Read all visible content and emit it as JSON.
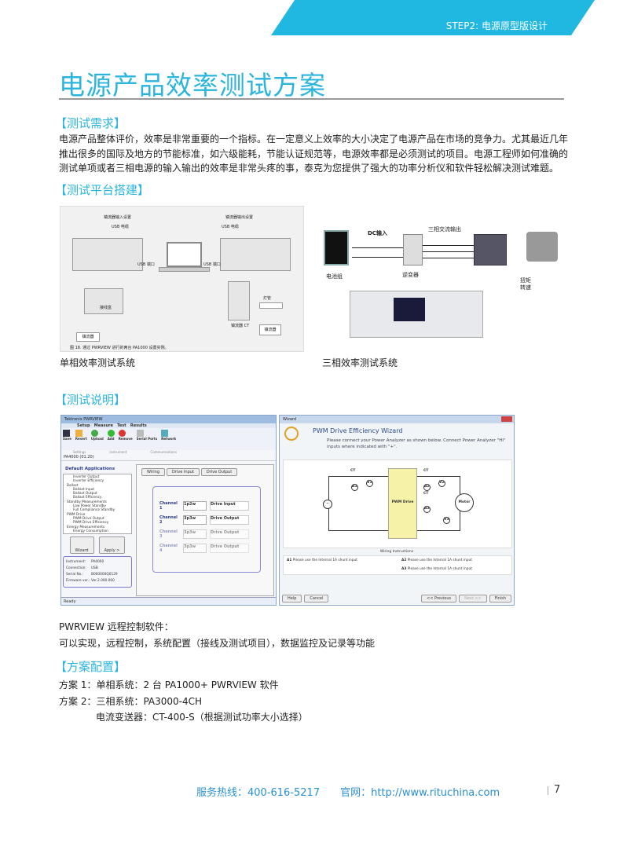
{
  "header": {
    "step": "STEP2: 电源原型版设计"
  },
  "title": "电源产品效率测试方案",
  "sections": {
    "requirements": {
      "heading": "【测试需求】",
      "lines": [
        "电源产品整体评价，效率是非常重要的一个指标。在一定意义上效率的大小决定了电源产品在市场的竞争力。尤其最近几年",
        "推出很多的国际及地方的节能标准，如六级能耗，节能认证规范等，电源效率都是必须测试的项目。电源工程师如何准确的",
        "测试单项或者三相电源的输入输出的效率是非常头疼的事，泰克为您提供了强大的功率分析仪和软件轻松解决测试难题。"
      ]
    },
    "platform": {
      "heading": "【测试平台搭建】",
      "single": {
        "caption": "单相效率测试系统",
        "labels": {
          "in": "镇流器输入设置",
          "out": "镇流器输出设置",
          "usb1": "USB 电缆",
          "usb2": "USB 电缆",
          "port1": "USB 端口",
          "port2": "USB 端口",
          "box": "接线盒",
          "ballast": "镇流器",
          "lamp": "灯管",
          "ct": "镇流器 CT",
          "ballast2": "镇流器",
          "fig": "图 18. 通过 PWRVIEW 进行的两台 PA1000 设置实例。"
        }
      },
      "three": {
        "caption": "三相效率测试系统",
        "labels": {
          "dc": "DC输入",
          "ac": "三相交流输出",
          "battery": "电池组",
          "inverter": "逆变器",
          "torque": "扭矩",
          "speed": "转速"
        }
      }
    },
    "description": {
      "heading": "【测试说明】",
      "pwrview": {
        "title": "Tektronix PWRVIEW",
        "tabs": [
          "Setup",
          "Measure",
          "Test",
          "Results"
        ],
        "tools": [
          "Save",
          "Revert",
          "Upload",
          "Add",
          "Remove",
          "Serial Ports",
          "Network"
        ],
        "groups": [
          "Settings",
          "Instrument",
          "Communications"
        ],
        "instrument_tab": "PA4000 (01.20)",
        "apps_title": "Default Applications",
        "apps": [
          "Inverter Output",
          "Inverter Efficiency",
          "Ballast",
          "Ballast Input",
          "Ballast Output",
          "Ballast Efficiency",
          "Standby Measurements",
          "Low Power Standby",
          "Full Compliance Standby",
          "PWM Drive",
          "PWM Drive Output",
          "PWM Drive Efficiency",
          "Energy Measurements",
          "Energy Consumption"
        ],
        "wizard_btn": "Wizard",
        "apply_btn": "Apply >",
        "info": [
          [
            "Instrument:",
            "PA4000"
          ],
          [
            "Connection:",
            "USB"
          ],
          [
            "Serial No.:",
            "B000000Q0129"
          ],
          [
            "Firmware ver.:",
            "Ver.2.000.000"
          ]
        ],
        "subtabs": [
          "Wiring",
          "Drive Input",
          "Drive Output"
        ],
        "channels": [
          [
            "Channel 1",
            "1p2w",
            "Drive Input"
          ],
          [
            "Channel 2",
            "3p3w",
            "Drive Output"
          ],
          [
            "Channel 3",
            "3p3w",
            "Drive Output"
          ],
          [
            "Channel 4",
            "3p3w",
            "Drive Output"
          ]
        ],
        "status": "Ready"
      },
      "wizard": {
        "title": "Wizard",
        "heading": "PWM Drive Efficiency Wizard",
        "instruction": "Please connect your Power Analyzer as shown below. Connect Power Analyzer \"Hi\" inputs where indicated with \"+\".",
        "diagram": {
          "ct": "CT",
          "drive": "PWM Drive",
          "motor": "Motor",
          "a1": "A1",
          "a2": "A2",
          "a3": "A3",
          "v1": "V1",
          "v2": "V2",
          "v3": "V3",
          "src": "~"
        },
        "wiring_title": "Wiring Instructions",
        "wiring": [
          [
            "A1",
            "Please use the Internal 1A shunt input"
          ],
          [
            "A2",
            "Please use the Internal 1A shunt input"
          ],
          [
            "A3",
            "Please use the Internal 1A shunt input"
          ]
        ],
        "buttons": {
          "help": "Help",
          "cancel": "Cancel",
          "prev": "<< Previous",
          "next": "Next >>",
          "finish": "Finish"
        }
      },
      "lines": [
        "PWRVIEW 远程控制软件：",
        "可以实现，远程控制，系统配置（接线及测试项目），数据监控及记录等功能"
      ]
    },
    "config": {
      "heading": "【方案配置】",
      "lines": [
        "方案 1：单相系统：2 台 PA1000+ PWRVIEW 软件",
        "方案 2：三相系统：PA3000-4CH",
        "电流变送器：CT-400-S（根据测试功率大小选择）"
      ]
    }
  },
  "footer": {
    "hotline": "服务热线：400-616-5217",
    "site": "官网：http://www.rituchina.com",
    "page": "7"
  },
  "colors": {
    "accent": "#20b7e0",
    "heading": "#2bb5dc",
    "footer": "#2a8fd0"
  }
}
